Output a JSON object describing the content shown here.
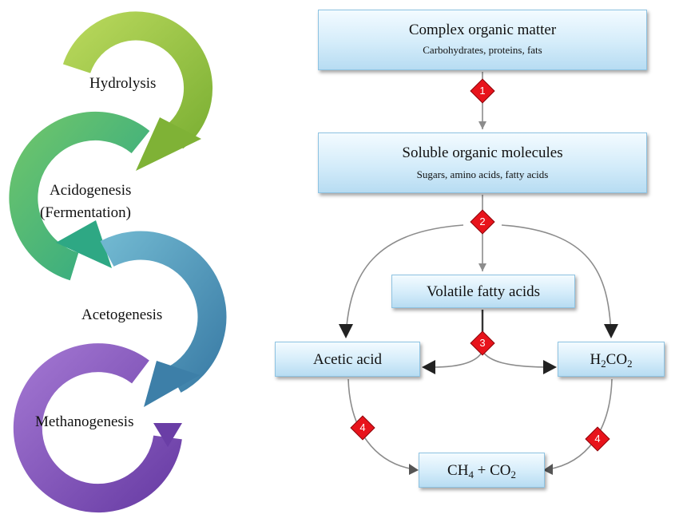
{
  "cycle": {
    "stages": [
      "Hydrolysis",
      "Acidogenesis",
      "(Fermentation)",
      "Acetogenesis",
      "Methanogenesis"
    ],
    "colors": [
      "#8cbf3a",
      "#3bb273",
      "#4a96b8",
      "#7b4fb4"
    ]
  },
  "flow": {
    "box1": {
      "title": "Complex organic matter",
      "sub": "Carbohydrates, proteins, fats"
    },
    "box2": {
      "title": "Soluble organic molecules",
      "sub": "Sugars, amino acids, fatty acids"
    },
    "box3": {
      "title": "Volatile fatty acids"
    },
    "box4": {
      "title": "Acetic acid"
    },
    "box5": {
      "text": "H",
      "sub1": "2",
      "text2": "CO",
      "sub2": "2"
    },
    "box6": {
      "text": "CH",
      "sub1": "4",
      "text2": " + CO",
      "sub2": "2"
    },
    "steps": [
      "1",
      "2",
      "3",
      "4",
      "4"
    ],
    "step_color": "#e8131b"
  }
}
